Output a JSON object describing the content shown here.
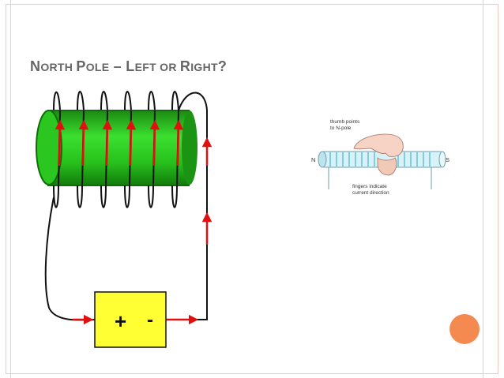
{
  "slide": {
    "title_parts": [
      {
        "text": "N",
        "size": "big"
      },
      {
        "text": "ORTH ",
        "size": "small"
      },
      {
        "text": "P",
        "size": "big"
      },
      {
        "text": "OLE",
        "size": "small"
      },
      {
        "text": " – ",
        "size": "big"
      },
      {
        "text": "L",
        "size": "big"
      },
      {
        "text": "EFT OR ",
        "size": "small"
      },
      {
        "text": "R",
        "size": "big"
      },
      {
        "text": "IGHT",
        "size": "small"
      },
      {
        "text": "?",
        "size": "big"
      }
    ]
  },
  "battery": {
    "plus": "+",
    "minus": "-"
  },
  "hand_diagram": {
    "label_thumb_line1": "thumb points",
    "label_thumb_line2": "to N-pole",
    "label_n": "N",
    "label_s": "S",
    "label_fingers_line1": "fingers indicate",
    "label_fingers_line2": "current direction"
  },
  "colors": {
    "coil_green": "#2ecc23",
    "arrow_red": "#e01010",
    "battery_yellow": "#ffff33",
    "accent_orange": "#f58a50",
    "frame_pink": "#f3c9bb"
  }
}
